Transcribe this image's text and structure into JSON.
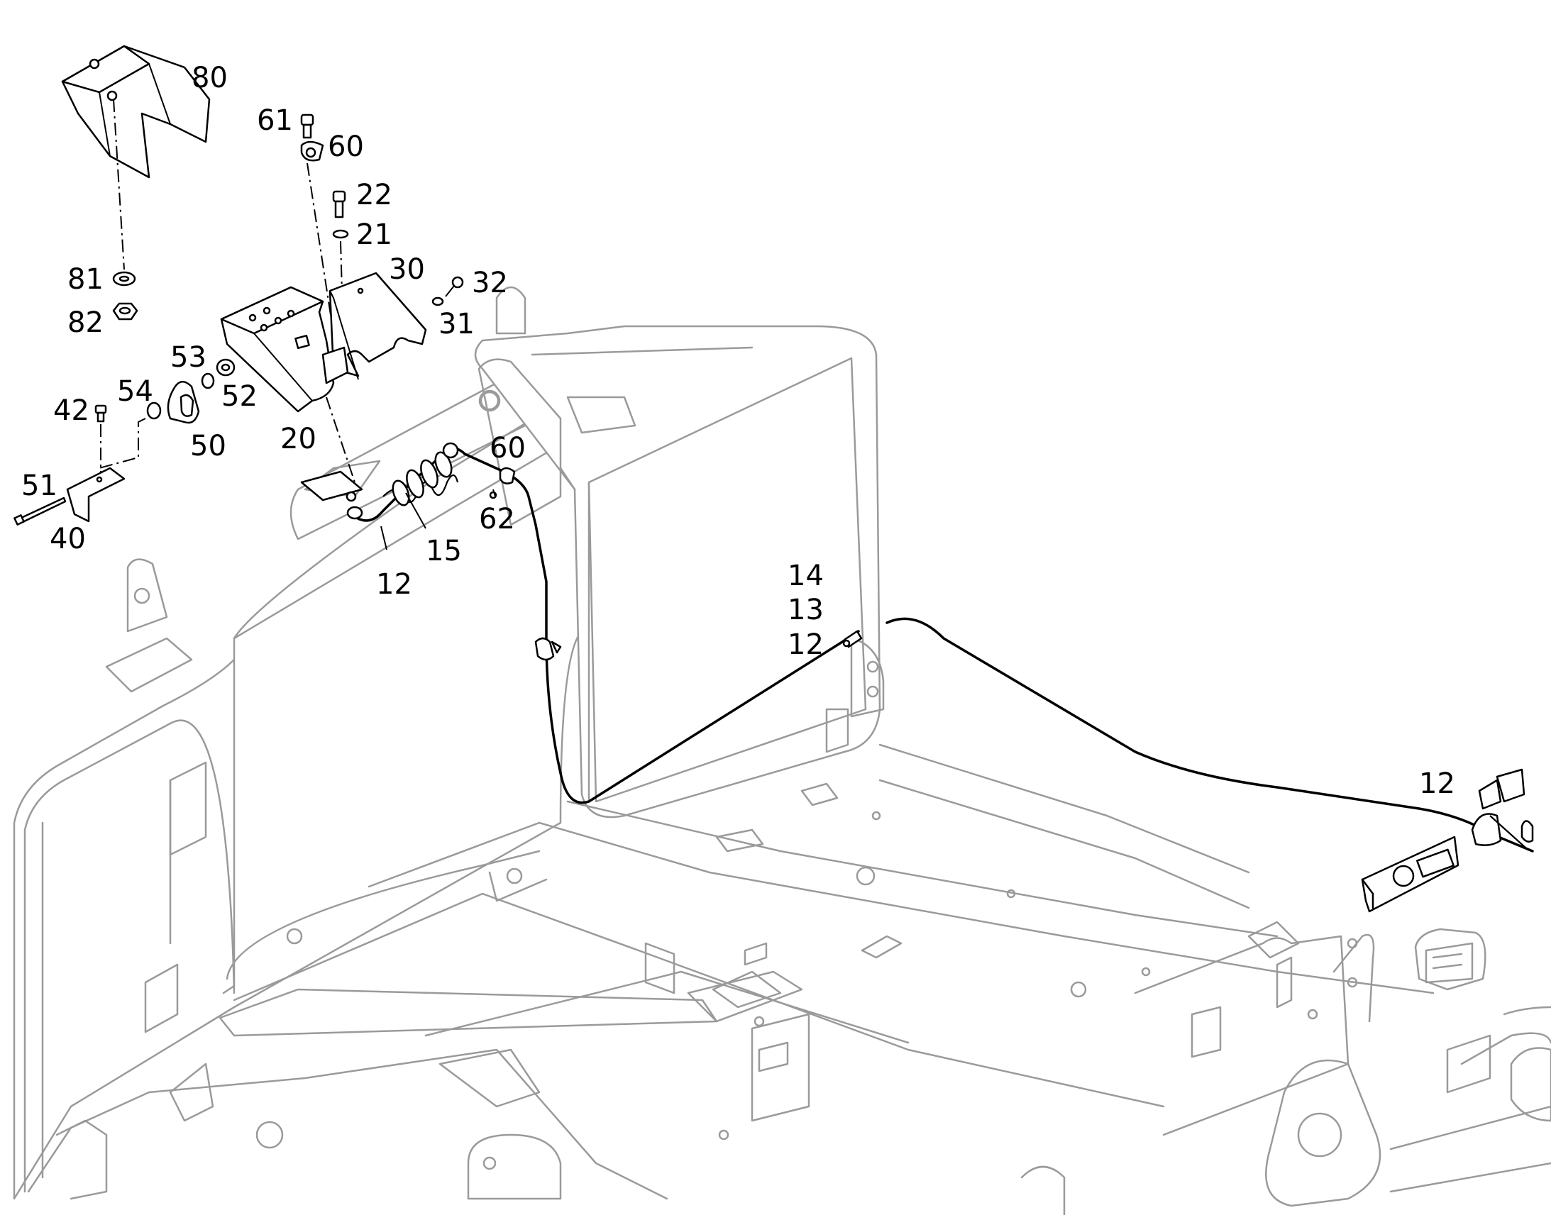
{
  "callouts": {
    "c80": "80",
    "c61": "61",
    "c60_top": "60",
    "c22": "22",
    "c21": "21",
    "c30": "30",
    "c32": "32",
    "c31": "31",
    "c81": "81",
    "c82": "82",
    "c53": "53",
    "c52": "52",
    "c54": "54",
    "c42": "42",
    "c50": "50",
    "c20": "20",
    "c51": "51",
    "c40": "40",
    "c60_mid": "60",
    "c62": "62",
    "c15": "15",
    "c12_left": "12",
    "c14": "14",
    "c13": "13",
    "c12_mid": "12",
    "c12_right": "12"
  }
}
